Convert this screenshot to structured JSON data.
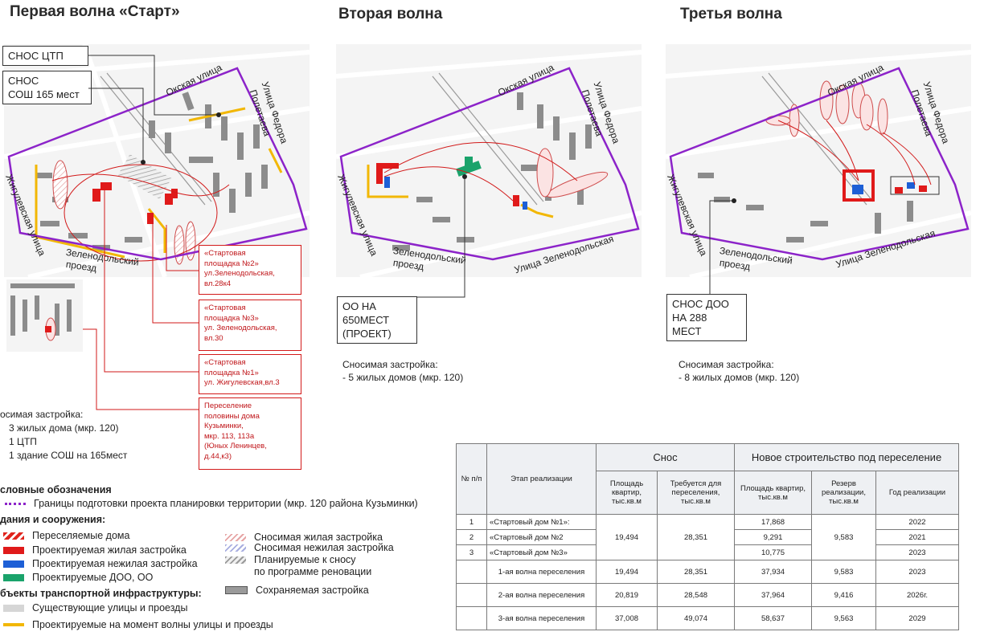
{
  "titles": {
    "wave1": "Первая волна «Старт»",
    "wave2": "Вторая волна",
    "wave3": "Третья волна"
  },
  "streets": {
    "oka": "Окская улица",
    "fedora1": "Улица Федора",
    "fedora2": "Полетаева",
    "zhig": "Жигулевская улица",
    "zel_proezd1": "Зеленодольский",
    "zel_proezd2": "проезд",
    "zel_street": "Улица Зеленодольская"
  },
  "wave1": {
    "callout_ctp": "СНОС  ЦТП",
    "callout_sosh1": "СНОС",
    "callout_sosh2": "СОШ 165 мест",
    "red_boxes": [
      {
        "l1": "«Стартовая",
        "l2": "площадка №2»",
        "l3": "ул.Зеленодольская,",
        "l4": "вл.28к4"
      },
      {
        "l1": "«Стартовая",
        "l2": "площадка №3»",
        "l3": "ул. Зеленодольская,",
        "l4": "вл.30"
      },
      {
        "l1": "«Стартовая",
        "l2": "площадка №1»",
        "l3": "ул. Жигулевская,вл.3",
        "l4": ""
      },
      {
        "l1": "Переселение",
        "l2": "половины дома",
        "l3": "Кузьминки,",
        "l4": "мкр. 113, 113а",
        "l5": "(Юных Ленинцев,",
        "l6": "д.44,к3)"
      }
    ],
    "demolition_title": "осимая застройка:",
    "demolition_items": [
      "3 жилых дома (мкр. 120)",
      "1 ЦТП",
      "1 здание СОШ на 165мест"
    ]
  },
  "wave2": {
    "callout1": "ОО НА",
    "callout2": "650МЕСТ",
    "callout3": "(ПРОЕКТ)",
    "demolition_title": "Сносимая застройка:",
    "demolition_item": "-        5 жилых домов (мкр. 120)"
  },
  "wave3": {
    "callout1": "СНОС  ДОО",
    "callout2": "НА 288",
    "callout3": "МЕСТ",
    "demolition_title": "Сносимая застройка:",
    "demolition_item": "-        8 жилых домов (мкр. 120)"
  },
  "legend": {
    "head": "словные обозначения",
    "boundary": "Границы подготовки проекта планировки территории (мкр. 120 района Кузьминки)",
    "buildings_head": "дания и сооружения:",
    "left_items": [
      {
        "label": "Переселяемые дома",
        "color": "#e0241c",
        "pattern": "hatch-red"
      },
      {
        "label": "Проектируемая жилая застройка",
        "color": "#e01a1a"
      },
      {
        "label": "Проектируемая нежилая застройка",
        "color": "#1d5fd6"
      },
      {
        "label": "Проектируемые  ДОО, ОО",
        "color": "#1aa36b"
      }
    ],
    "right_items": [
      {
        "label": "Сносимая жилая застройка"
      },
      {
        "label": "Сносимая нежилая застройка"
      },
      {
        "label": "Планируемые  к сносу"
      },
      {
        "label": "по программе  реновации"
      },
      {
        "label": "Сохраняемая застройка"
      }
    ],
    "transport_head": "бъекты транспортной инфраструктуры:",
    "transport_items": [
      {
        "label": "Существующие улицы и проезды",
        "color": "#d6d6d6"
      },
      {
        "label": "Проектируемые на момент волны  улицы и проезды",
        "color": "#f2b705"
      }
    ]
  },
  "table": {
    "h_num": "№ п/п",
    "h_stage": "Этап реализации",
    "h_snos": "Снос",
    "h_new": "Новое строительство под переселение",
    "h_area": "Площадь квартир, тыс.кв.м",
    "h_required": "Требуется для переселения, тыс.кв.м",
    "h_area2": "Площадь квартир, тыс.кв.м",
    "h_reserve": "Резерв реализации, тыс.кв.м",
    "h_year": "Год реализации",
    "r1": {
      "num": "1",
      "stage": "«Стартовый дом №1»:",
      "new_area": "17,868",
      "year": "2022"
    },
    "r2": {
      "num": "2",
      "stage": "«Стартовый дом №2",
      "new_area": "9,291",
      "year": "2021"
    },
    "r3": {
      "num": "3",
      "stage": "«Стартовый дом №3»",
      "new_area": "10,775",
      "year": "2023"
    },
    "r123": {
      "area": "19,494",
      "required": "28,351",
      "reserve": "9,583"
    },
    "r4": {
      "stage": "1-ая волна переселения",
      "area": "19,494",
      "required": "28,351",
      "new_area": "37,934",
      "reserve": "9,583",
      "year": "2023"
    },
    "r5": {
      "stage": "2-ая волна переселения",
      "area": "20,819",
      "required": "28,548",
      "new_area": "37,964",
      "reserve": "9,416",
      "year": "2026г."
    },
    "r6": {
      "stage": "3-ая волна переселения",
      "area": "37,008",
      "required": "49,074",
      "new_area": "58,637",
      "reserve": "9,563",
      "year": "2029"
    }
  }
}
